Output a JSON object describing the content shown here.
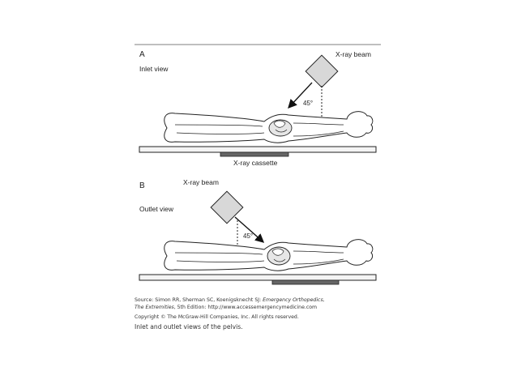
{
  "panel_a": {
    "letter": "A",
    "view_label": "Inlet view",
    "beam_label": "X-ray beam",
    "angle_label": "45°",
    "cassette_label": "X-ray cassette"
  },
  "panel_b": {
    "letter": "B",
    "view_label": "Outlet view",
    "beam_label": "X-ray beam",
    "angle_label": "45°"
  },
  "caption": {
    "source_prefix": "Source: Simon RR, Sherman SC, Koenigsknecht SJ: ",
    "source_book_1": "Emergency Orthopedics,",
    "source_book_2": "The Extremities",
    "source_suffix": ", 5th Edition: http://www.accessemergencymedicine.com",
    "copyright": "Copyright © The McGraw-Hill Companies, Inc. All rights reserved.",
    "description": "Inlet and outlet views of the pelvis."
  },
  "colors": {
    "border": "#999999",
    "table_fill": "#f4f4f4",
    "cassette_fill": "#666666",
    "beam_box_fill": "#d8d8d8",
    "outline": "#222222"
  }
}
